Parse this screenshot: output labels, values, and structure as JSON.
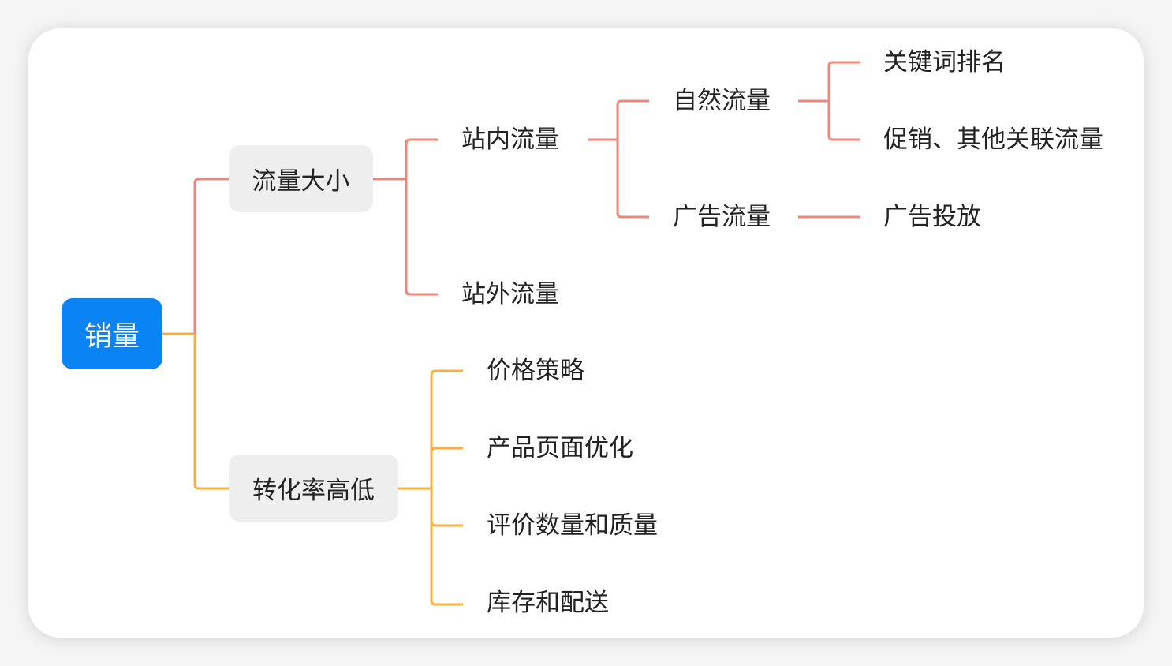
{
  "colors": {
    "root_fill": "#0A84F5",
    "root_text": "#FFFFFF",
    "topic_fill": "#EEEEEE",
    "branch_traffic": "#F0857B",
    "branch_conversion": "#F5B041",
    "text": "#222222",
    "card": "#FFFFFF"
  },
  "root": {
    "label": "销量"
  },
  "branches": [
    {
      "label": "流量大小",
      "children": [
        {
          "label": "站内流量",
          "children": [
            {
              "label": "自然流量",
              "children": [
                {
                  "label": "关键词排名"
                },
                {
                  "label": "促销、其他关联流量"
                }
              ]
            },
            {
              "label": "广告流量",
              "children": [
                {
                  "label": "广告投放"
                }
              ]
            }
          ]
        },
        {
          "label": "站外流量"
        }
      ]
    },
    {
      "label": "转化率高低",
      "children": [
        {
          "label": "价格策略"
        },
        {
          "label": "产品页面优化"
        },
        {
          "label": "评价数量和质量"
        },
        {
          "label": "库存和配送"
        }
      ]
    }
  ]
}
